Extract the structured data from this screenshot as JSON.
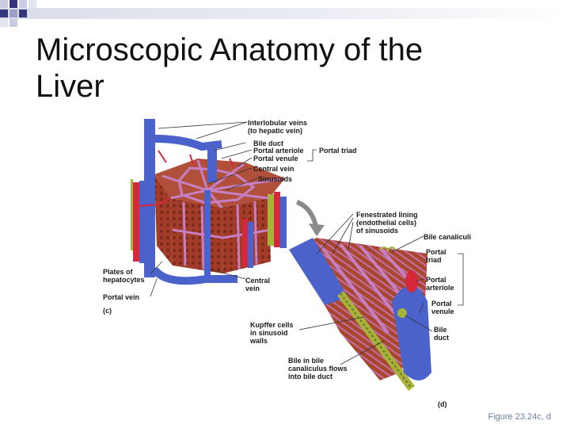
{
  "slide": {
    "title_line1": "Microscopic Anatomy of the",
    "title_line2": "Liver",
    "caption": "Figure 23.24c, d"
  },
  "labels_c": {
    "interlobular_veins": "Interlobular veins\n(to hepatic vein)",
    "bile_duct": "Bile duct",
    "portal_arteriole": "Portal arteriole",
    "portal_venule": "Portal venule",
    "portal_triad": "Portal triad",
    "central_vein": "Central vein",
    "sinusoids": "Sinusoids",
    "plates_of_hepatocytes": "Plates of\nhepatocytes",
    "central_vein_lower": "Central\nvein",
    "portal_vein": "Portal vein",
    "panel_c": "(c)"
  },
  "labels_d": {
    "fenestrated_lining": "Fenestrated lining\n(endothelial cells)\nof sinusoids",
    "bile_canaliculi": "Bile canaliculi",
    "portal_triad": "Portal\ntriad",
    "portal_arteriole": "Portal\narteriole",
    "portal_venule": "Portal\nvenule",
    "bile_duct": "Bile\nduct",
    "kupffer_cells": "Kupffer cells\nin sinusoid\nwalls",
    "bile_flow": "Bile in bile\ncanaliculus flows\ninto bile duct",
    "panel_d": "(d)"
  },
  "colors": {
    "bar_light": "#e6e8ef",
    "square_dark": "#33367a",
    "square_light": "#c9cde3",
    "vein_blue": "#4a62c9",
    "artery_red": "#d6283a",
    "liver_brown": "#9b3a26",
    "sinusoid_pink": "#c06fb8",
    "bile_green": "#a7b23a"
  }
}
